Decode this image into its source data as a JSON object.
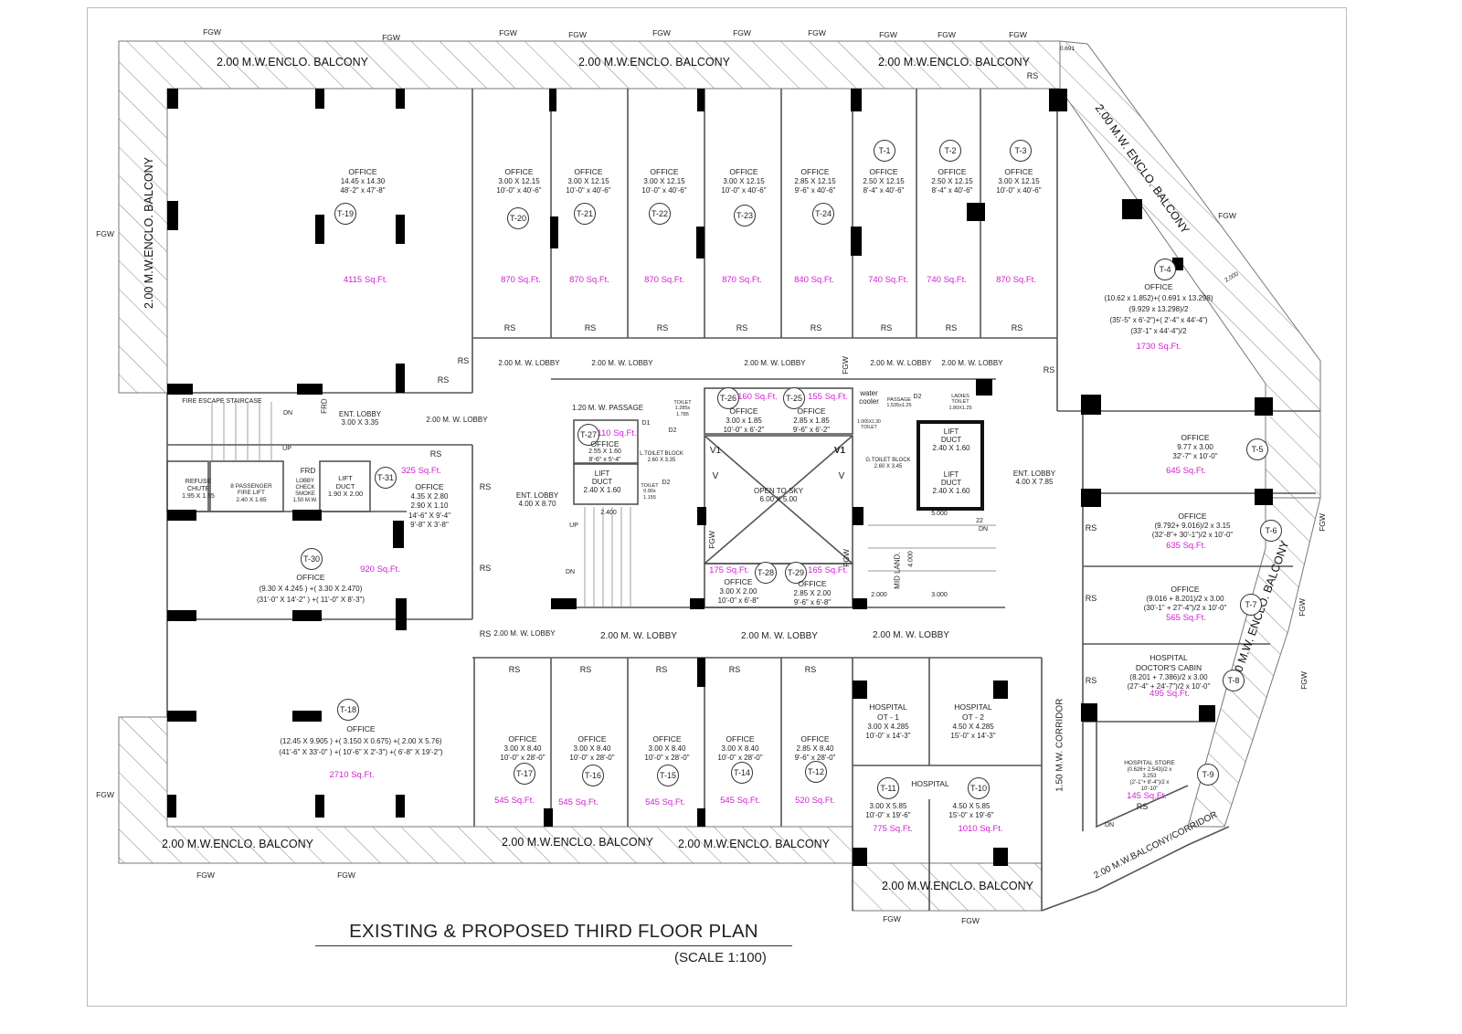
{
  "title": "EXISTING & PROPOSED THIRD FLOOR PLAN",
  "scale": "(SCALE 1:100)",
  "common": {
    "fgw": "FGW",
    "rs": "RS",
    "frd": "FRD",
    "up": "UP",
    "dn": "DN",
    "v": "V",
    "v1": "V1"
  },
  "balconies": {
    "encl": "2.00 M.W.ENCLO. BALCONY",
    "encl_alt": "2.00 M.W. ENCLO. BALCONY",
    "encl_left": "2.00 M.W.ENCLO. BALCONY",
    "corridor_balcony": "2.00 M.W.BALCONY/CORRIDOR",
    "corridor": "1.50 M.W. CORRIDOR"
  },
  "spaces": {
    "lobby": "2.00 M. W. LOBBY",
    "ent_lobby_1": [
      "ENT. LOBBY",
      "3.00 X 3.35"
    ],
    "ent_lobby_2": [
      "ENT. LOBBY",
      "4.00 X 8.70"
    ],
    "ent_lobby_3": [
      "ENT. LOBBY",
      "4.00 X 7.85"
    ],
    "passage": "1.20 M. W. PASSAGE",
    "open_to_sky": [
      "OPEN TO SKY",
      "6.00 X 5.00"
    ],
    "fire_escape": "FIRE ESCAPE STAIRCASE",
    "refuse_chute": [
      "REFUSE",
      "CHUTE",
      "1.95 X 1.65"
    ],
    "fire_lift": [
      "8 PASSENGER",
      "FIRE LIFT",
      "2.40 X 1.65"
    ],
    "smoke_lobby": [
      "LOBBY",
      "CHECK",
      "SMOKE",
      "1.50 M.W."
    ],
    "lift_duct_small": [
      "LIFT",
      "DUCT",
      "1.90 X 2.00"
    ],
    "lift_duct": [
      "LIFT",
      "DUCT",
      "2.40 X 1.60"
    ],
    "l_toilet": [
      "L.TOILET BLOCK",
      "2.60 X 3.35"
    ],
    "g_toilet": [
      "G.TOILET BLOCK",
      "2.60 X 3.45"
    ],
    "toilet_1": [
      "TOILET",
      "1.285x",
      "1.785"
    ],
    "toilet_2": [
      "TOILET",
      "0.90x",
      "1.155"
    ],
    "toilet_3": [
      "1.065X1.30",
      "TOILET"
    ],
    "ladies_toilet": [
      "LADIES",
      "TOILET",
      "1.80X1.25"
    ],
    "passage_small": [
      "PASSAGE",
      "1.535x1.25"
    ],
    "water_cooler": [
      "water",
      "cooler"
    ],
    "mid_landing": "MID LAND.",
    "dims": {
      "d1": "D1",
      "d2": "D2",
      "w2400": "2.400",
      "w5000": "5.000",
      "w4000": "4.000",
      "w2000": "2.000",
      "w3000": "3.000",
      "w0691": "0.691",
      "b2000": "2.000",
      "n22": "22"
    },
    "hospital": "HOSPITAL"
  },
  "units": {
    "t19": {
      "tag": "T-19",
      "type": "OFFICE",
      "dims": [
        "14.45 x 14.30",
        "48'-2\" x 47'-8\""
      ],
      "area": "4115 Sq.Ft."
    },
    "t20": {
      "tag": "T-20",
      "type": "OFFICE",
      "dims": [
        "3.00 X 12.15",
        "10'-0\" x 40'-6\""
      ],
      "area": "870 Sq.Ft."
    },
    "t21": {
      "tag": "T-21",
      "type": "OFFICE",
      "dims": [
        "3.00 X 12.15",
        "10'-0\" x 40'-6\""
      ],
      "area": "870 Sq.Ft."
    },
    "t22": {
      "tag": "T-22",
      "type": "OFFICE",
      "dims": [
        "3.00 X 12.15",
        "10'-0\" x 40'-6\""
      ],
      "area": "870 Sq.Ft."
    },
    "t23": {
      "tag": "T-23",
      "type": "OFFICE",
      "dims": [
        "3.00 X 12.15",
        "10'-0\" x 40'-6\""
      ],
      "area": "870 Sq.Ft."
    },
    "t24": {
      "tag": "T-24",
      "type": "OFFICE",
      "dims": [
        "2.85 X 12.15",
        "9'-6\" x 40'-6\""
      ],
      "area": "840 Sq.Ft."
    },
    "t1": {
      "tag": "T-1",
      "type": "OFFICE",
      "dims": [
        "2.50 X 12.15",
        "8'-4\" x 40'-6\""
      ],
      "area": "740 Sq.Ft."
    },
    "t2": {
      "tag": "T-2",
      "type": "OFFICE",
      "dims": [
        "2.50 X 12.15",
        "8'-4\" x 40'-6\""
      ],
      "area": "740 Sq.Ft."
    },
    "t3": {
      "tag": "T-3",
      "type": "OFFICE",
      "dims": [
        "3.00 X 12.15",
        "10'-0\" x 40'-6\""
      ],
      "area": "870 Sq.Ft."
    },
    "t4": {
      "tag": "T-4",
      "type": "OFFICE",
      "dims": [
        "(10.62 x 1.852)+( 0.691 x 13.298)",
        "(9.929 x 13.298)/2",
        "(35'-5\" x 6'-2\")+( 2'-4\" x 44'-4\")",
        "(33'-1\" x 44'-4\")/2"
      ],
      "area": "1730 Sq.Ft."
    },
    "t5": {
      "tag": "T-5",
      "type": "OFFICE",
      "dims": [
        "9.77 x 3.00",
        "32'-7\" x 10'-0\""
      ],
      "area": "645 Sq.Ft."
    },
    "t6": {
      "tag": "T-6",
      "type": "OFFICE",
      "dims": [
        "(9.792+ 9.016)/2  x 3.15",
        "(32'-8\"+ 30'-1\")/2  x 10'-0\""
      ],
      "area": "635 Sq.Ft."
    },
    "t7": {
      "tag": "T-7",
      "type": "OFFICE",
      "dims": [
        "(9.016 + 8.201)/2  x 3.00",
        "(30'-1\" + 27'-4\")/2  x 10'-0\""
      ],
      "area": "565 Sq.Ft."
    },
    "t8": {
      "tag": "T-8",
      "type": "HOSPITAL",
      "subtype": "DOCTOR'S CABIN",
      "dims": [
        "(8.201 + 7.386)/2 x 3.00",
        "(27'-4\" + 24'-7\")/2 x 10'-0\""
      ],
      "area": "495 Sq.Ft."
    },
    "t9": {
      "tag": "T-9",
      "type": "HOSPITAL STORE",
      "dims": [
        "(0.626+ 2.543)/2 x",
        "3.253",
        "(2'-1\"+ 8'-4\")/2 x",
        "10'-10\""
      ],
      "area": "145 Sq.Ft."
    },
    "t10": {
      "tag": "T-10",
      "dims": [
        "4.50 X 5.85",
        "15'-0\" x 19'-6\""
      ],
      "area": "1010 Sq.Ft."
    },
    "t11": {
      "tag": "T-11",
      "dims": [
        "3.00 X 5.85",
        "10'-0\" x 19'-6\""
      ],
      "area": "775 Sq.Ft."
    },
    "ot1": {
      "type": "HOSPITAL",
      "subtype": "OT - 1",
      "dims": [
        "3.00 X 4.285",
        "10'-0\" x 14'-3\""
      ]
    },
    "ot2": {
      "type": "HOSPITAL",
      "subtype": "OT - 2",
      "dims": [
        "4.50 X 4.285",
        "15'-0\" x 14'-3\""
      ]
    },
    "t12": {
      "tag": "T-12",
      "type": "OFFICE",
      "dims": [
        "2.85 X 8.40",
        "9'-6\" x 28'-0\""
      ],
      "area": "520 Sq.Ft."
    },
    "t14": {
      "tag": "T-14",
      "type": "OFFICE",
      "dims": [
        "3.00 X 8.40",
        "10'-0\" x 28'-0\""
      ],
      "area": "545 Sq.Ft."
    },
    "t15": {
      "tag": "T-15",
      "type": "OFFICE",
      "dims": [
        "3.00 X 8.40",
        "10'-0\" x 28'-0\""
      ],
      "area": "545 Sq.Ft."
    },
    "t16": {
      "tag": "T-16",
      "type": "OFFICE",
      "dims": [
        "3.00 X 8.40",
        "10'-0\" x 28'-0\""
      ],
      "area": "545 Sq.Ft."
    },
    "t17": {
      "tag": "T-17",
      "type": "OFFICE",
      "dims": [
        "3.00 X 8.40",
        "10'-0\" x 28'-0\""
      ],
      "area": "545 Sq.Ft."
    },
    "t18": {
      "tag": "T-18",
      "type": "OFFICE",
      "dims": [
        "(12.45 X 9.905 ) +( 3.150 X 0.675) +( 2.00 X 5.76)",
        "(41'-6\" X 33'-0\" ) +( 10'-6\" X 2'-3\") +( 6'-8\" X 19'-2\")"
      ],
      "area": "2710 Sq.Ft."
    },
    "t25": {
      "tag": "T-25",
      "type": "OFFICE",
      "dims": [
        "2.85 x 1.85",
        "9'-6\" x 6'-2\""
      ],
      "area": "155 Sq.Ft."
    },
    "t26": {
      "tag": "T-26",
      "type": "OFFICE",
      "dims": [
        "3.00 x 1.85",
        "10'-0\" x 6'-2\""
      ],
      "area": "160 Sq.Ft."
    },
    "t27": {
      "tag": "T-27",
      "type": "OFFICE",
      "dims": [
        "2.55 X 1.60",
        "8'-6\" x 5'-4\""
      ],
      "area": "110 Sq.Ft."
    },
    "t28": {
      "tag": "T-28",
      "type": "OFFICE",
      "dims": [
        "3.00 X 2.00",
        "10'-0\" x 6'-8\""
      ],
      "area": "175 Sq.Ft."
    },
    "t29": {
      "tag": "T-29",
      "type": "OFFICE",
      "dims": [
        "2.85 X 2.00",
        "9'-6\" x 6'-8\""
      ],
      "area": "165 Sq.Ft."
    },
    "t30": {
      "tag": "T-30",
      "type": "OFFICE",
      "dims": [
        "(9.30 X 4.245 ) +( 3.30 X 2.470)",
        "(31'-0\" X 14'-2\" ) +( 11'-0\" X 8'-3\")"
      ],
      "area": "920 Sq.Ft."
    },
    "t31": {
      "tag": "T-31",
      "type": "OFFICE",
      "dims": [
        "4.35 X 2.80",
        "2.90 X 1.10",
        "14'-6\" X 9'-4\"",
        "9'-8\" X 3'-8\""
      ],
      "area": "325 Sq.Ft."
    }
  },
  "colors": {
    "area": "#d11fd1",
    "wall": "#555555",
    "column": "#000000"
  }
}
